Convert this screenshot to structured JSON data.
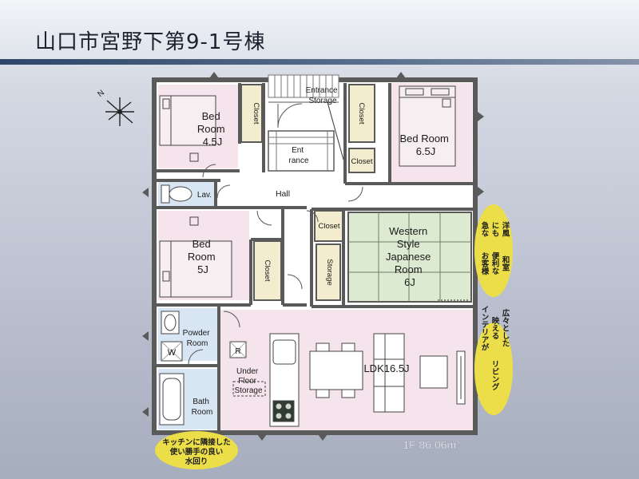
{
  "title": "山口市宮野下第9-1号棟",
  "rooms": {
    "bed1": [
      "Bed",
      "Room",
      "4.5J"
    ],
    "bed2": [
      "Bed Room",
      "6.5J"
    ],
    "bed3": [
      "Bed",
      "Room",
      "5J"
    ],
    "western": [
      "Western",
      "Style",
      "Japanese",
      "Room",
      "6J"
    ],
    "entrance": [
      "Ent",
      "rance"
    ],
    "entrance_storage": [
      "Entrance",
      "Storage"
    ],
    "hall": "Hall",
    "lav": "Lav.",
    "powder": [
      "Powder",
      "Room"
    ],
    "bath": [
      "Bath",
      "Room"
    ],
    "underfloor": [
      "Under",
      "Floor",
      "Storage"
    ],
    "ldk": "LDK16.5J",
    "closet": "Closet",
    "storage": "Storage"
  },
  "symbols": {
    "washer": "W",
    "fridge": "R"
  },
  "floor_area": "1F  86.06m²",
  "badges": {
    "western": [
      "急な",
      "お客様",
      "にも",
      "便利な",
      "洋風",
      "和室"
    ],
    "ldk": [
      "インテリアが",
      "映える",
      "広々とした",
      "リビング"
    ],
    "kitchen": [
      "キッチンに隣接した",
      "使い勝手の良い",
      "水回り"
    ]
  },
  "colors": {
    "pink": "#f5e4ec",
    "blue": "#d8e6f4",
    "tatami": "#dcead2",
    "closet": "#f3eccf",
    "wall": "#5a5a5a",
    "badge": "#ecde48"
  }
}
